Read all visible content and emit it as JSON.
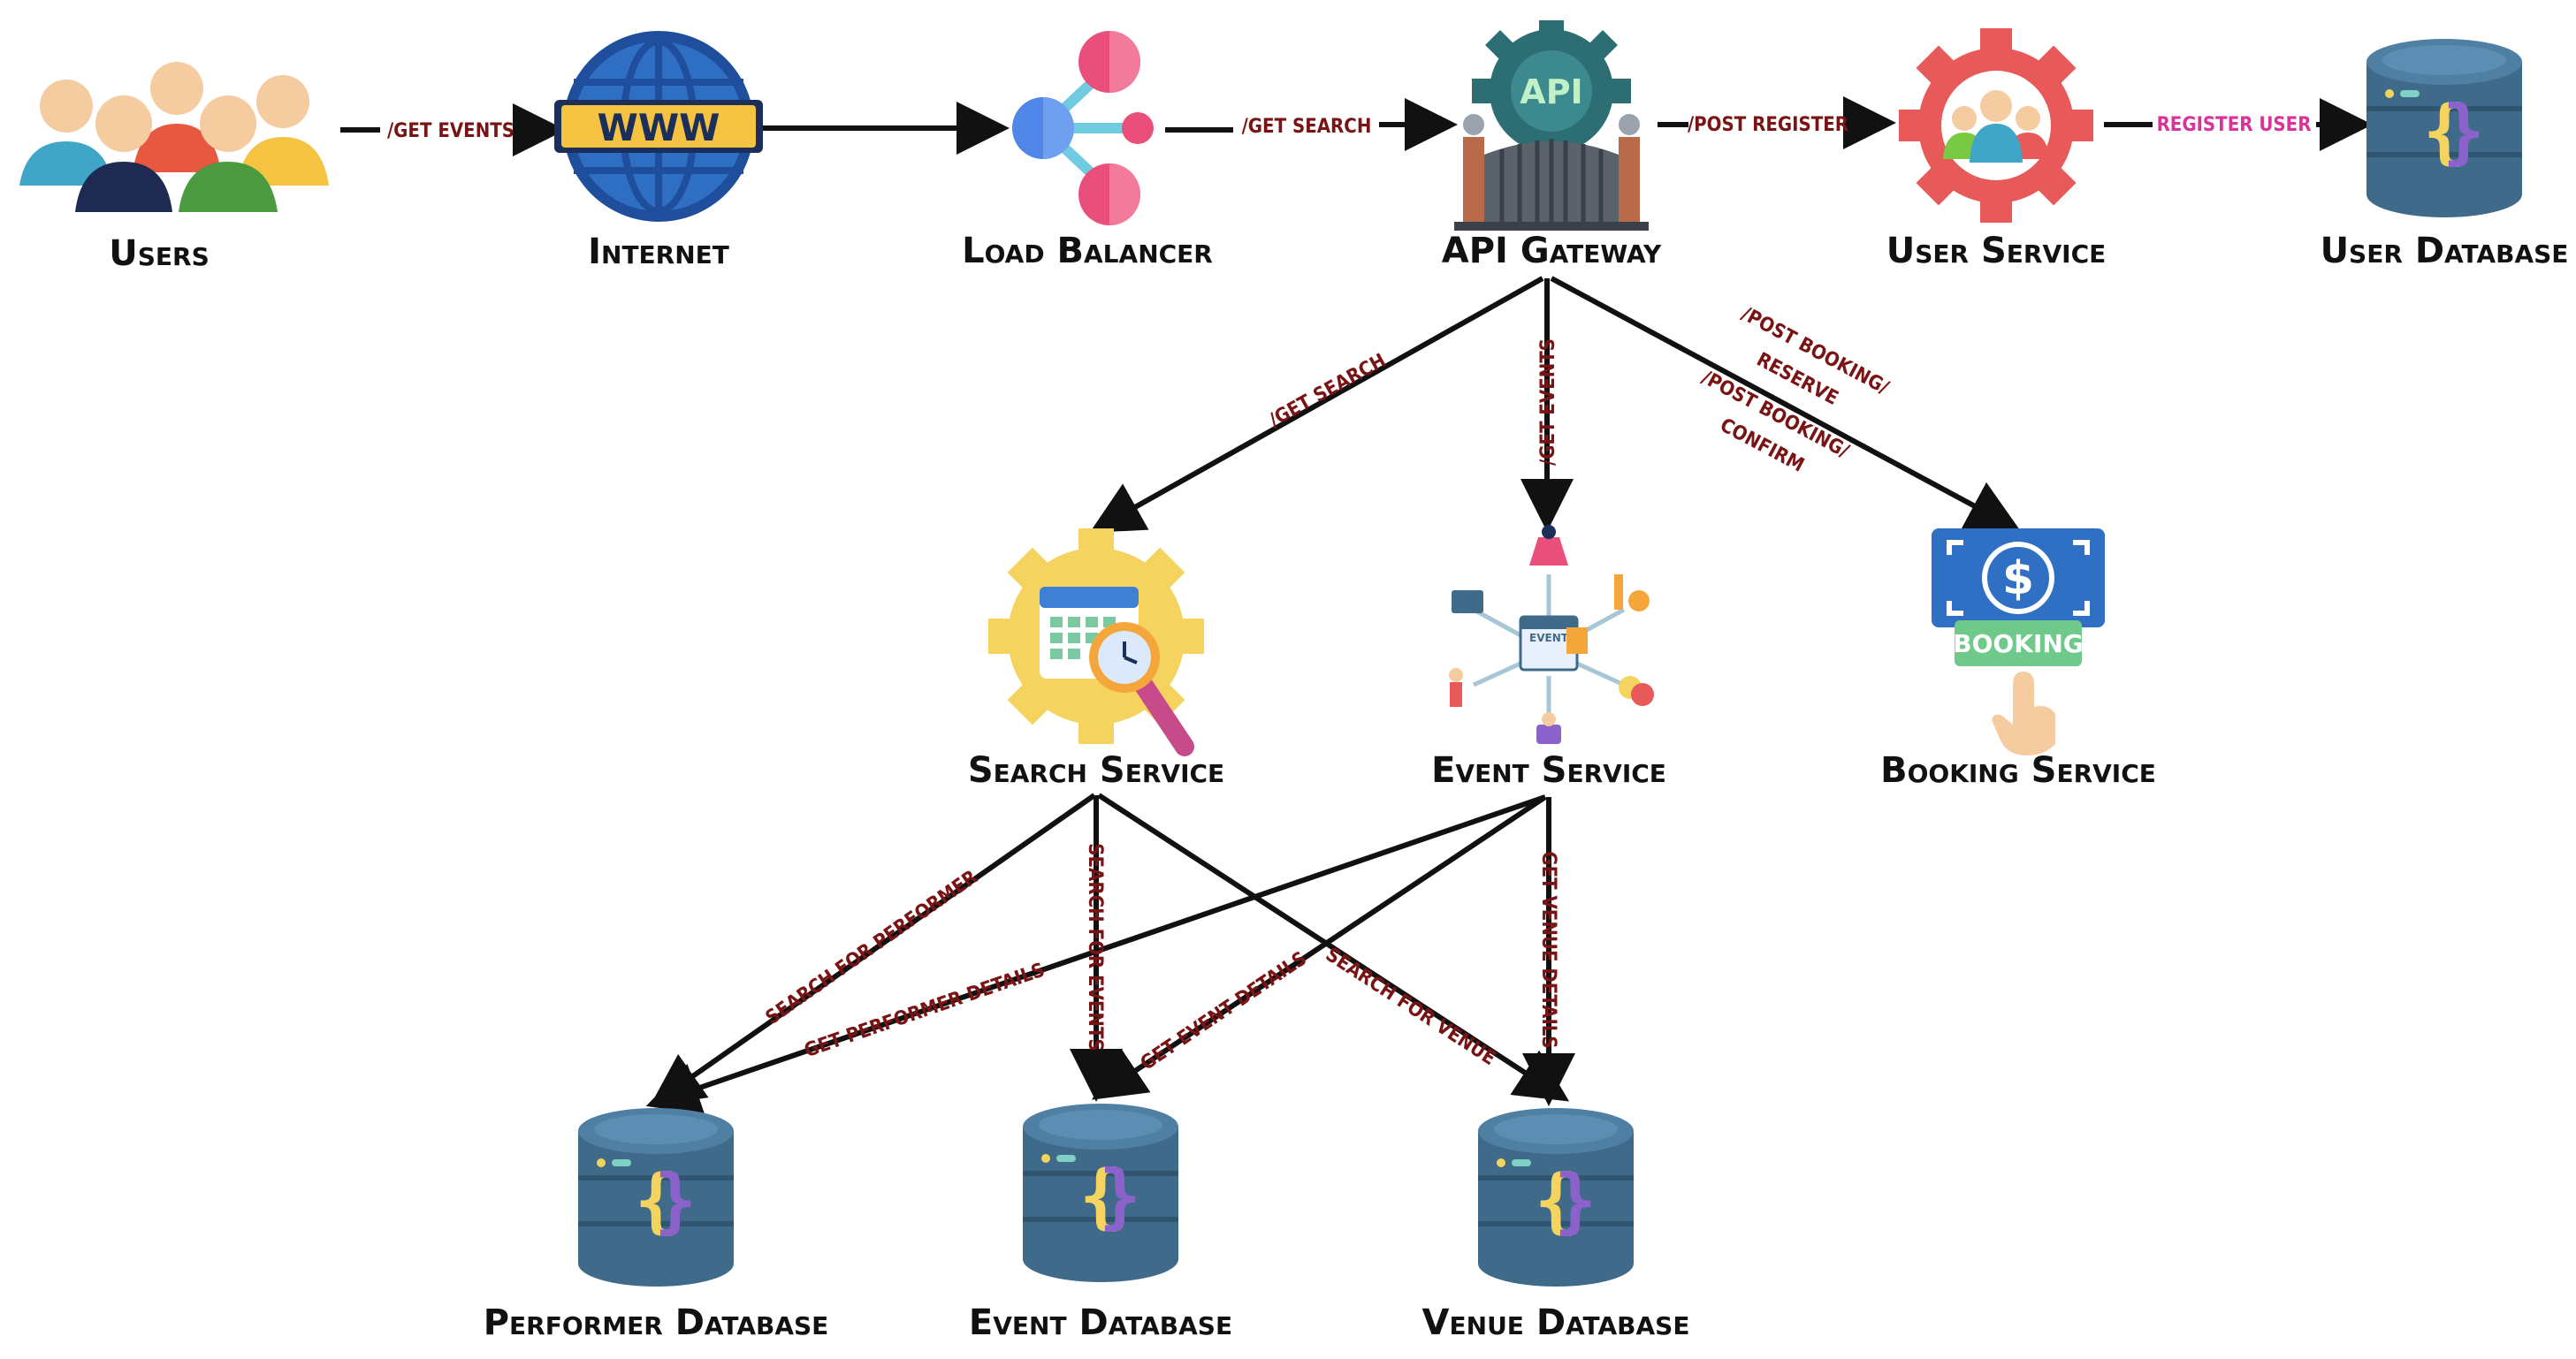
{
  "nodes": {
    "users": "Users",
    "internet": "Internet",
    "load_balancer": "Load Balancer",
    "api_gateway": "API Gateway",
    "user_service": "User Service",
    "user_database": "User Database",
    "search_service": "Search Service",
    "event_service": "Event Service",
    "booking_service": "Booking Service",
    "performer_database": "Performer Database",
    "event_database": "Event Database",
    "venue_database": "Venue Database"
  },
  "icon_text": {
    "www": "WWW",
    "api": "API",
    "booking": "BOOKING",
    "event": "EVENT"
  },
  "edges": {
    "users_internet": "/GET EVENTS",
    "lb_gateway": "/GET SEARCH",
    "gateway_user": "/POST REGISTER",
    "user_db": "REGISTER USER",
    "gateway_search": "/GET SEARCH",
    "gateway_event": "/GET EVENTS",
    "gateway_booking_1a": "/POST BOOKING/",
    "gateway_booking_1b": "RESERVE",
    "gateway_booking_2a": "/POST BOOKING/",
    "gateway_booking_2b": "CONFIRM",
    "search_performer": "SEARCH FOR PERFORMER",
    "search_events": "SEARCH FOR EVENTS",
    "search_venue": "SEARCH FOR VENUE",
    "event_performer": "GET PERFORMER DETAILS",
    "event_eventdb": "GET EVENT DETAILS",
    "event_venue": "GET VENUE DETAILS"
  },
  "colors": {
    "arrow": "#111111",
    "edge_label": "#7a1414",
    "edge_label_accent": "#d9329a",
    "db_body": "#3f6a8a",
    "db_top": "#4f7fa3"
  }
}
